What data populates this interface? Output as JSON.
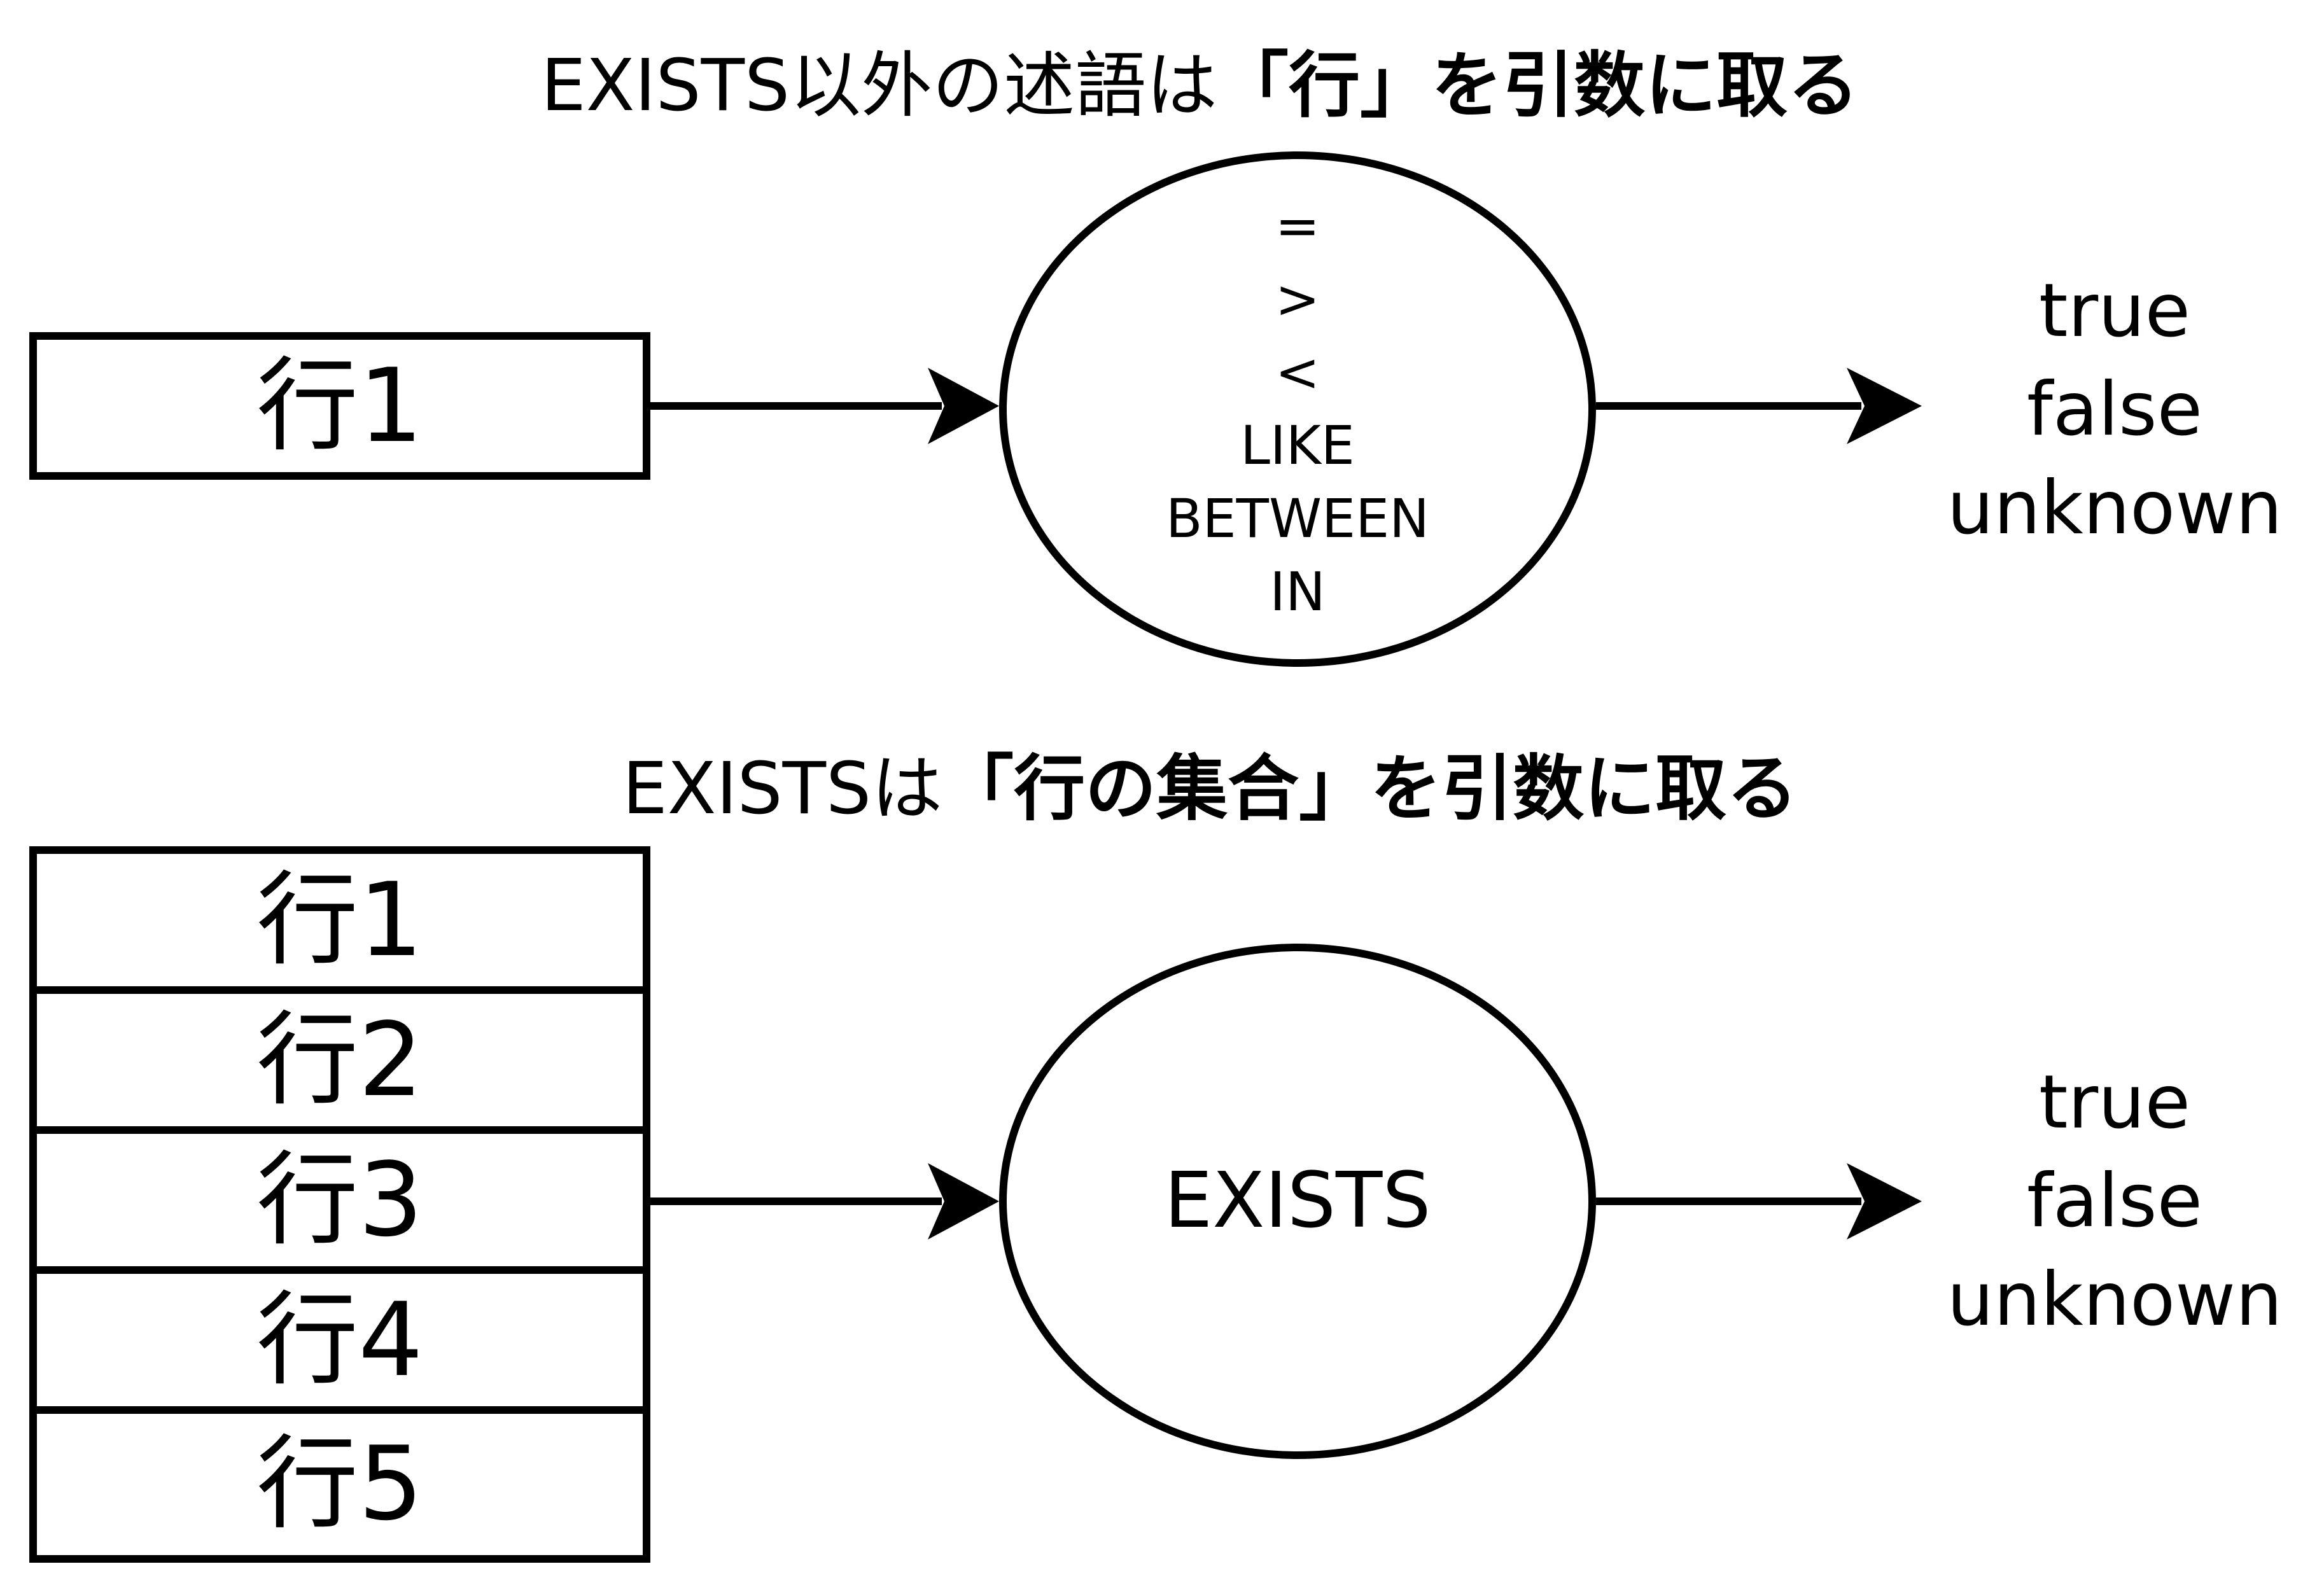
{
  "top": {
    "heading_plain": "EXISTS以外の述語は",
    "heading_bold": "「行」を引数に取る",
    "input_row": "行1",
    "operators": [
      "=",
      ">",
      "<",
      "LIKE",
      "BETWEEN",
      "IN"
    ],
    "results": [
      "true",
      "false",
      "unknown"
    ]
  },
  "bottom": {
    "heading_plain": "EXISTSは",
    "heading_bold": "「行の集合」を引数に取る",
    "rows": [
      "行1",
      "行2",
      "行3",
      "行4",
      "行5"
    ],
    "predicate": "EXISTS",
    "results": [
      "true",
      "false",
      "unknown"
    ]
  }
}
